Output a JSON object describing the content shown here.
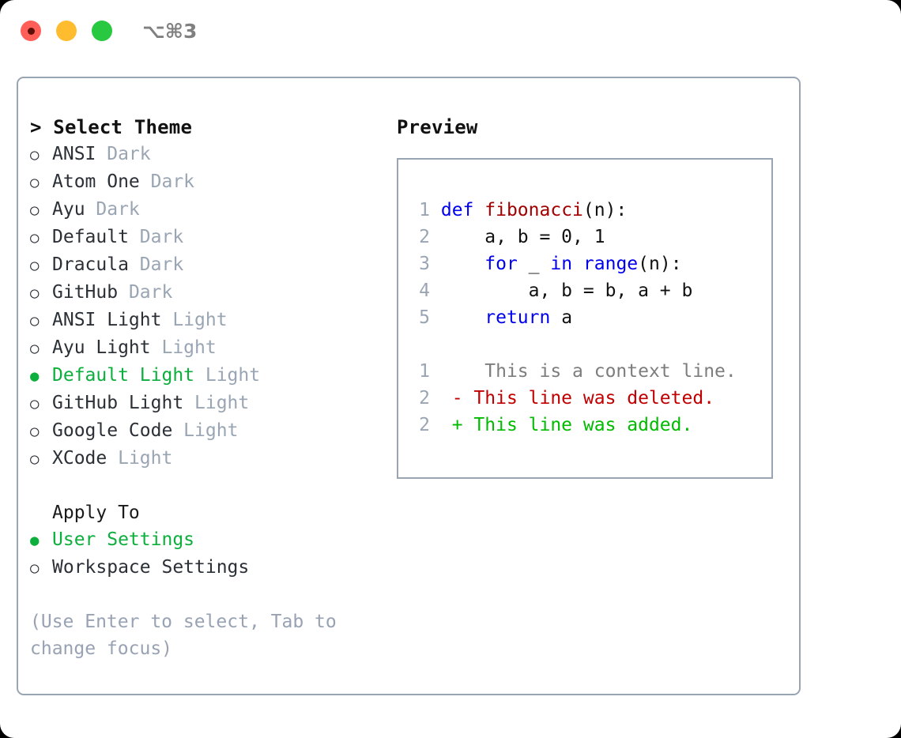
{
  "titlebar": {
    "shortcut": "⌥⌘3",
    "lights": [
      {
        "name": "close",
        "color": "#ff5f57"
      },
      {
        "name": "minimize",
        "color": "#febc2e"
      },
      {
        "name": "maximize",
        "color": "#28c840"
      }
    ]
  },
  "theme_list": {
    "heading": "> Select Theme",
    "items": [
      {
        "marker": "○",
        "name": "ANSI",
        "tag": "Dark",
        "selected": false
      },
      {
        "marker": "○",
        "name": "Atom One",
        "tag": "Dark",
        "selected": false
      },
      {
        "marker": "○",
        "name": "Ayu",
        "tag": "Dark",
        "selected": false
      },
      {
        "marker": "○",
        "name": "Default",
        "tag": "Dark",
        "selected": false
      },
      {
        "marker": "○",
        "name": "Dracula",
        "tag": "Dark",
        "selected": false
      },
      {
        "marker": "○",
        "name": "GitHub",
        "tag": "Dark",
        "selected": false
      },
      {
        "marker": "○",
        "name": "ANSI Light",
        "tag": "Light",
        "selected": false
      },
      {
        "marker": "○",
        "name": "Ayu Light",
        "tag": "Light",
        "selected": false
      },
      {
        "marker": "●",
        "name": "Default Light",
        "tag": "Light",
        "selected": true
      },
      {
        "marker": "○",
        "name": "GitHub Light",
        "tag": "Light",
        "selected": false
      },
      {
        "marker": "○",
        "name": "Google Code",
        "tag": "Light",
        "selected": false
      },
      {
        "marker": "○",
        "name": "XCode",
        "tag": "Light",
        "selected": false
      }
    ]
  },
  "apply_to": {
    "heading": "Apply To",
    "items": [
      {
        "marker": "●",
        "name": "User Settings",
        "selected": true
      },
      {
        "marker": "○",
        "name": "Workspace Settings",
        "selected": false
      }
    ]
  },
  "hint": "(Use Enter to select, Tab to change focus)",
  "preview": {
    "title": "Preview",
    "code_lines": [
      {
        "num": "1",
        "tokens": [
          {
            "t": "def",
            "c": "kw"
          },
          {
            "t": " ",
            "c": "plain"
          },
          {
            "t": "fibonacci",
            "c": "fn"
          },
          {
            "t": "(n):",
            "c": "plain"
          }
        ]
      },
      {
        "num": "2",
        "tokens": [
          {
            "t": "    a, b = 0, 1",
            "c": "plain"
          }
        ]
      },
      {
        "num": "3",
        "tokens": [
          {
            "t": "    ",
            "c": "plain"
          },
          {
            "t": "for",
            "c": "kw"
          },
          {
            "t": " _ ",
            "c": "plain"
          },
          {
            "t": "in",
            "c": "kw"
          },
          {
            "t": " ",
            "c": "plain"
          },
          {
            "t": "range",
            "c": "kw"
          },
          {
            "t": "(n):",
            "c": "plain"
          }
        ]
      },
      {
        "num": "4",
        "tokens": [
          {
            "t": "        a, b = b, a + b",
            "c": "plain"
          }
        ]
      },
      {
        "num": "5",
        "tokens": [
          {
            "t": "    ",
            "c": "plain"
          },
          {
            "t": "return",
            "c": "kw"
          },
          {
            "t": " a",
            "c": "plain"
          }
        ]
      }
    ],
    "diff_lines": [
      {
        "num": "1",
        "sign": " ",
        "text": "  This is a context line.",
        "kind": "ctx"
      },
      {
        "num": "2",
        "sign": "-",
        "text": " This line was deleted.",
        "kind": "del"
      },
      {
        "num": "2",
        "sign": "+",
        "text": " This line was added.",
        "kind": "add"
      }
    ]
  },
  "colors": {
    "accent_green": "#0cae3c",
    "muted": "#9aa5b4",
    "hint": "#98a2b3",
    "keyword": "#0000ee",
    "function": "#a00000",
    "diff_add": "#00bb00",
    "diff_del": "#c00000",
    "border": "#9aa5b4"
  }
}
